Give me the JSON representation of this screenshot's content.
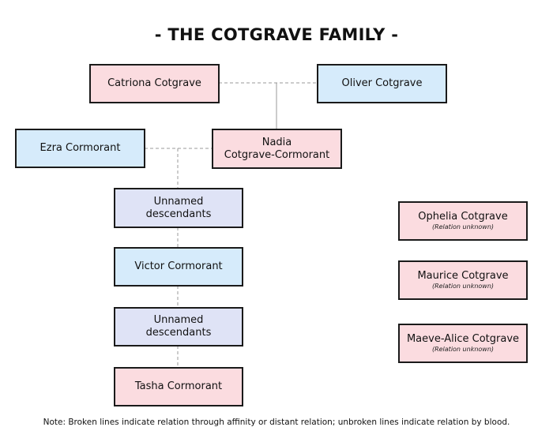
{
  "title": "- THE COTGRAVE FAMILY -",
  "colors": {
    "female": "#fbdce0",
    "male": "#d6ebfb",
    "unnamed": "#dfe3f6",
    "border": "#1a1a1a",
    "line": "#999999"
  },
  "people": {
    "catriona": {
      "name": "Catriona Cotgrave",
      "gender": "female"
    },
    "oliver": {
      "name": "Oliver Cotgrave",
      "gender": "male"
    },
    "ezra": {
      "name": "Ezra Cormorant",
      "gender": "male"
    },
    "nadia": {
      "name": "Nadia\nCotgrave-Cormorant",
      "gender": "female"
    },
    "unnamed1": {
      "name": "Unnamed\ndescendants",
      "gender": "unknown"
    },
    "victor": {
      "name": "Victor Cormorant",
      "gender": "male"
    },
    "unnamed2": {
      "name": "Unnamed\ndescendants",
      "gender": "unknown"
    },
    "tasha": {
      "name": "Tasha Cormorant",
      "gender": "female"
    },
    "ophelia": {
      "name": "Ophelia Cotgrave",
      "note": "(Relation unknown)",
      "gender": "female"
    },
    "maurice": {
      "name": "Maurice Cotgrave",
      "note": "(Relation unknown)",
      "gender": "female"
    },
    "maeve": {
      "name": "Maeve-Alice Cotgrave",
      "note": "(Relation unknown)",
      "gender": "female"
    }
  },
  "relations": [
    {
      "from": "catriona",
      "to": "oliver",
      "type": "marriage",
      "style": "dashed"
    },
    {
      "from": "catriona+oliver",
      "to": "nadia",
      "type": "child",
      "style": "solid"
    },
    {
      "from": "ezra",
      "to": "nadia",
      "type": "marriage",
      "style": "dashed"
    },
    {
      "from": "ezra+nadia",
      "to": "unnamed1",
      "type": "descendant",
      "style": "dashed"
    },
    {
      "from": "unnamed1",
      "to": "victor",
      "type": "descendant",
      "style": "dashed"
    },
    {
      "from": "victor",
      "to": "unnamed2",
      "type": "descendant",
      "style": "dashed"
    },
    {
      "from": "unnamed2",
      "to": "tasha",
      "type": "descendant",
      "style": "dashed"
    }
  ],
  "note": "Note: Broken lines indicate relation through affinity or distant relation; unbroken lines indicate relation by blood."
}
